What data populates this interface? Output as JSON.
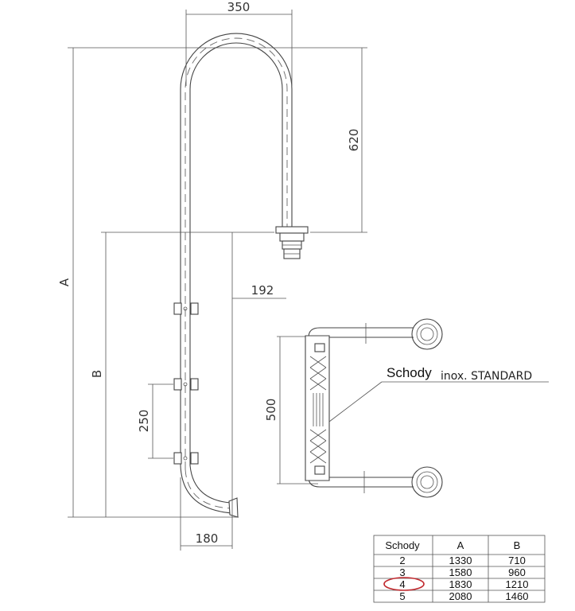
{
  "dimensions": {
    "width_top": "350",
    "height_top": "620",
    "total_height": "A",
    "step_height": "B",
    "offset_right": "192",
    "step_spacing": "250",
    "base_depth": "180",
    "step_width": "500"
  },
  "label": {
    "main": "Schody",
    "sub": "inox. STANDARD"
  },
  "table": {
    "headers": [
      "Schody",
      "A",
      "B"
    ],
    "rows": [
      [
        "2",
        "1330",
        "710"
      ],
      [
        "3",
        "1580",
        "960"
      ],
      [
        "4",
        "1830",
        "1210"
      ],
      [
        "5",
        "2080",
        "1460"
      ]
    ],
    "highlight_row": 2,
    "highlight_color": "#c0282d"
  }
}
